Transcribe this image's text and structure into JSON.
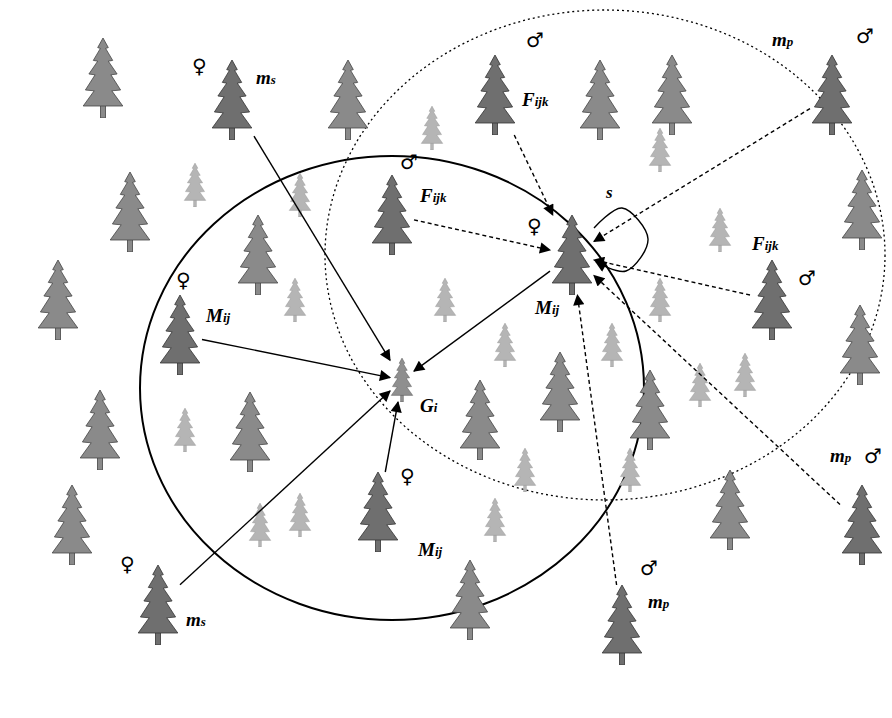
{
  "diagram": {
    "nodes": [
      {
        "text": [
          "♀",
          "ms"
        ]
      },
      {
        "text": [
          "♂",
          "Fijk"
        ]
      },
      {
        "text": [
          "♂",
          "mp"
        ]
      },
      {
        "text": [
          "♂",
          "Fijk"
        ]
      },
      {
        "text": [
          "♀",
          "Mij"
        ]
      },
      {
        "text": [
          "♂",
          "Fijk"
        ]
      },
      {
        "text": [
          "♀",
          "Mij"
        ]
      },
      {
        "text": [
          "Gi"
        ]
      },
      {
        "text": [
          "♀",
          "Mij"
        ]
      },
      {
        "text": [
          "♂",
          "mp"
        ]
      },
      {
        "text": [
          "♀",
          "ms"
        ]
      },
      {
        "text": [
          "♂",
          "mp"
        ]
      }
    ],
    "edges": [
      {
        "from": 0,
        "to": 7,
        "arrow": "to"
      },
      {
        "from": 6,
        "to": 7,
        "arrow": "to"
      },
      {
        "from": 4,
        "to": 7,
        "arrow": "to"
      },
      {
        "from": 8,
        "to": 7,
        "arrow": "to"
      },
      {
        "from": 10,
        "to": 7,
        "arrow": "to"
      },
      {
        "from": 1,
        "to": 4,
        "arrow": "to"
      },
      {
        "from": 3,
        "to": 4,
        "arrow": "to"
      },
      {
        "from": 5,
        "to": 4,
        "arrow": "to"
      },
      {
        "from": 2,
        "to": 4,
        "arrow": "to"
      },
      {
        "from": 9,
        "to": 4,
        "arrow": "to"
      },
      {
        "from": 11,
        "to": 4,
        "arrow": "to"
      },
      {
        "from": 4,
        "to": 4,
        "label": "s",
        "arrow": "to"
      }
    ]
  }
}
